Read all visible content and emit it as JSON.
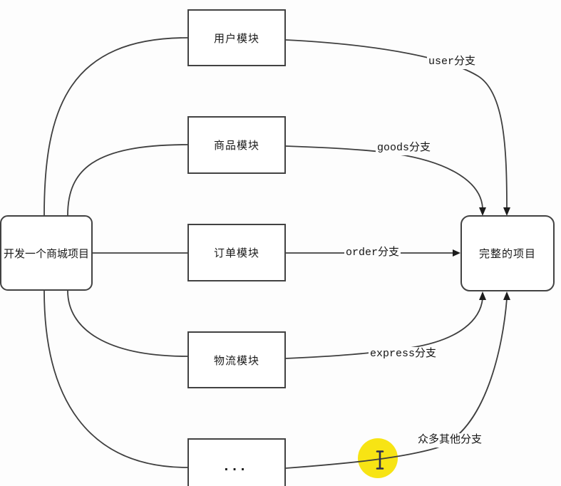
{
  "diagram": {
    "source": {
      "label": "开发一个商城项目"
    },
    "modules": [
      {
        "label": "用户模块"
      },
      {
        "label": "商品模块"
      },
      {
        "label": "订单模块"
      },
      {
        "label": "物流模块"
      },
      {
        "label": "..."
      }
    ],
    "target": {
      "label": "完整的项目"
    },
    "branches": [
      {
        "label": "user分支"
      },
      {
        "label": "goods分支"
      },
      {
        "label": "order分支"
      },
      {
        "label": "express分支"
      },
      {
        "label": "众多其他分支"
      }
    ],
    "colors": {
      "line": "#3f3f3f",
      "box_border": "#424242",
      "box_fill": "#ffffff",
      "background": "#fdfdfd",
      "highlight_yellow": "#f7e414",
      "cursor_blue_black": "#2d2d4d",
      "text": "#1a1a1a"
    },
    "icons": {
      "cursor": "text-cursor-icon",
      "click_highlight": "click-highlight-circle"
    }
  }
}
